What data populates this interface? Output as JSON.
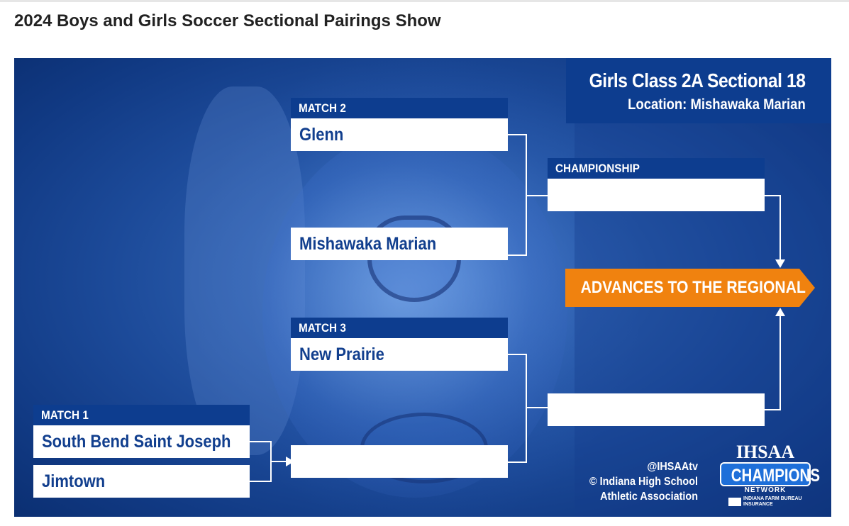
{
  "page": {
    "title": "2024 Boys and Girls Soccer Sectional Pairings Show"
  },
  "sectional": {
    "title": "Girls Class 2A Sectional 18",
    "location": "Location: Mishawaka Marian"
  },
  "bracket": {
    "match2": {
      "label": "MATCH 2",
      "team_top": "Glenn",
      "team_bottom": "Mishawaka Marian"
    },
    "match3": {
      "label": "MATCH 3",
      "team_top": "New Prairie",
      "team_bottom": ""
    },
    "match1": {
      "label": "MATCH 1",
      "team_top": "South Bend Saint Joseph",
      "team_bottom": "Jimtown"
    },
    "championship": {
      "label": "CHAMPIONSHIP",
      "team_top": "",
      "team_bottom": ""
    },
    "advance": "ADVANCES TO THE REGIONAL"
  },
  "credits": {
    "handle": "@IHSAAtv",
    "copyright": "© Indiana High School",
    "org": "Athletic Association"
  },
  "logo": {
    "ihsaa": "IHSAA",
    "champions": "CHAMPIONS",
    "network": "NETWORK",
    "sponsor": "INDIANA FARM BUREAU INSURANCE"
  },
  "colors": {
    "panel_blue": "#0d3d8f",
    "team_text": "#123f8e",
    "advance_orange": "#f0820f",
    "background_blue": "#1c4a99"
  },
  "icons": [
    "arrow-right-icon",
    "arrow-up-icon",
    "arrow-down-icon"
  ]
}
